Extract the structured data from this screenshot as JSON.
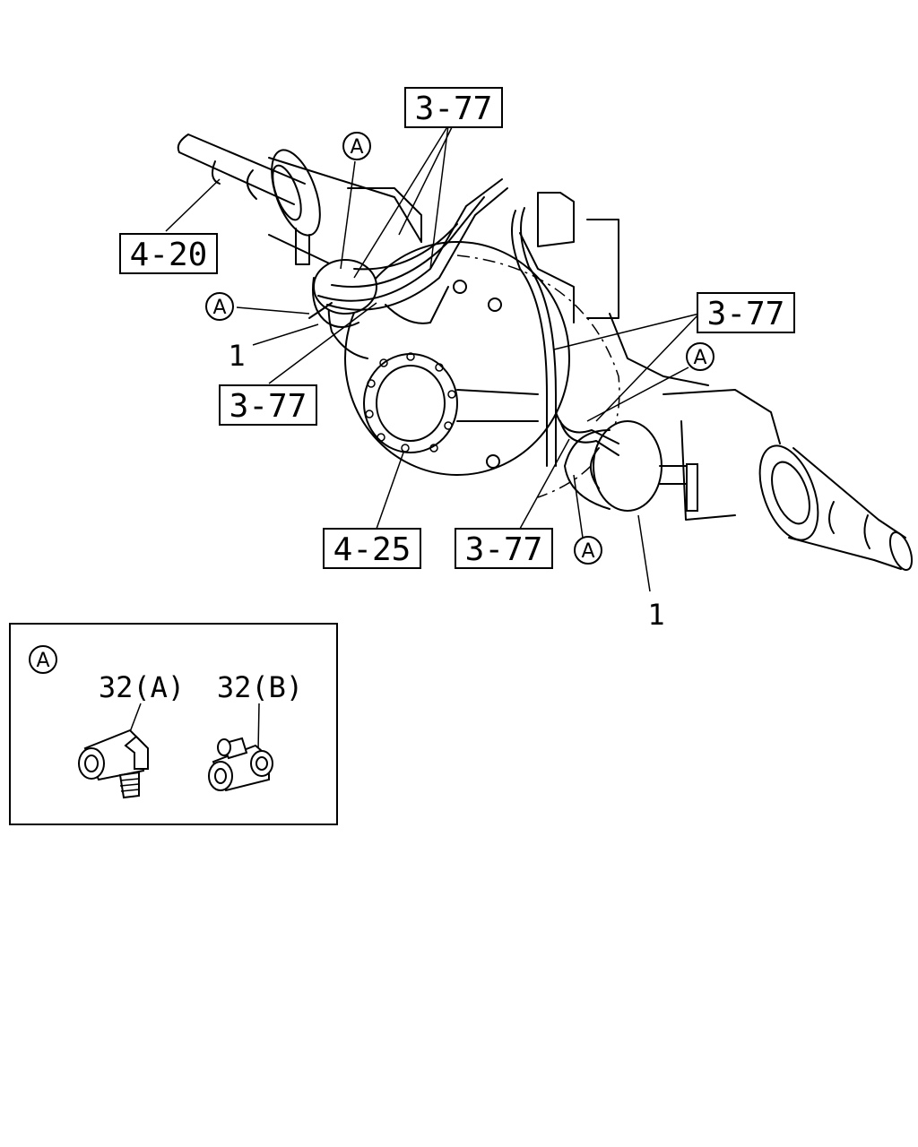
{
  "callouts": {
    "ref_3_77": "3-77",
    "ref_4_20": "4-20",
    "ref_4_25": "4-25",
    "part_1": "1",
    "view_a": "A"
  },
  "detail_box": {
    "view_label": "A",
    "part_32a": "32(A)",
    "part_32b": "32(B)"
  }
}
